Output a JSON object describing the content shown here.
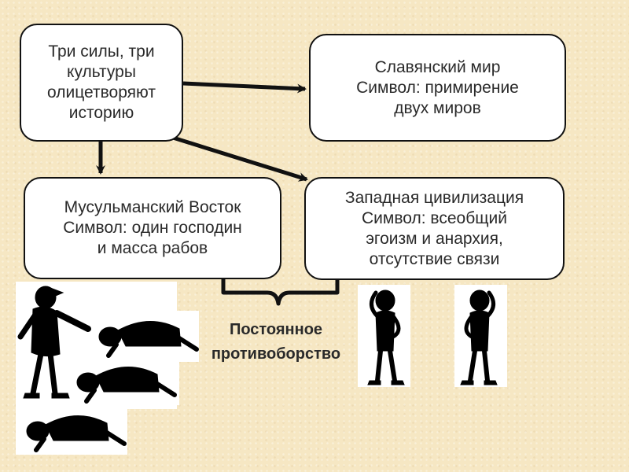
{
  "diagram": {
    "main_node": "Три силы, три\nкультуры\nолицетворяют\nисторию",
    "slavic_node": "Славянский мир\nСимвол: примирение\nдвух миров",
    "muslim_node": "Мусульманский Восток\nСимвол: один господин\nи масса рабов",
    "western_node": "Западная цивилизация\nСимвол: всеобщий\nэгоизм и анархия,\nотсутствие связи",
    "conflict_label": "Постоянное\nпротивоборство"
  },
  "colors": {
    "background": "#f6e7c3",
    "box_fill": "#ffffff",
    "stroke": "#111111",
    "text": "#2a2a2a"
  },
  "icons": [
    "master-figure-icon",
    "kneeling-slave-icon",
    "thinking-figure-icon"
  ]
}
